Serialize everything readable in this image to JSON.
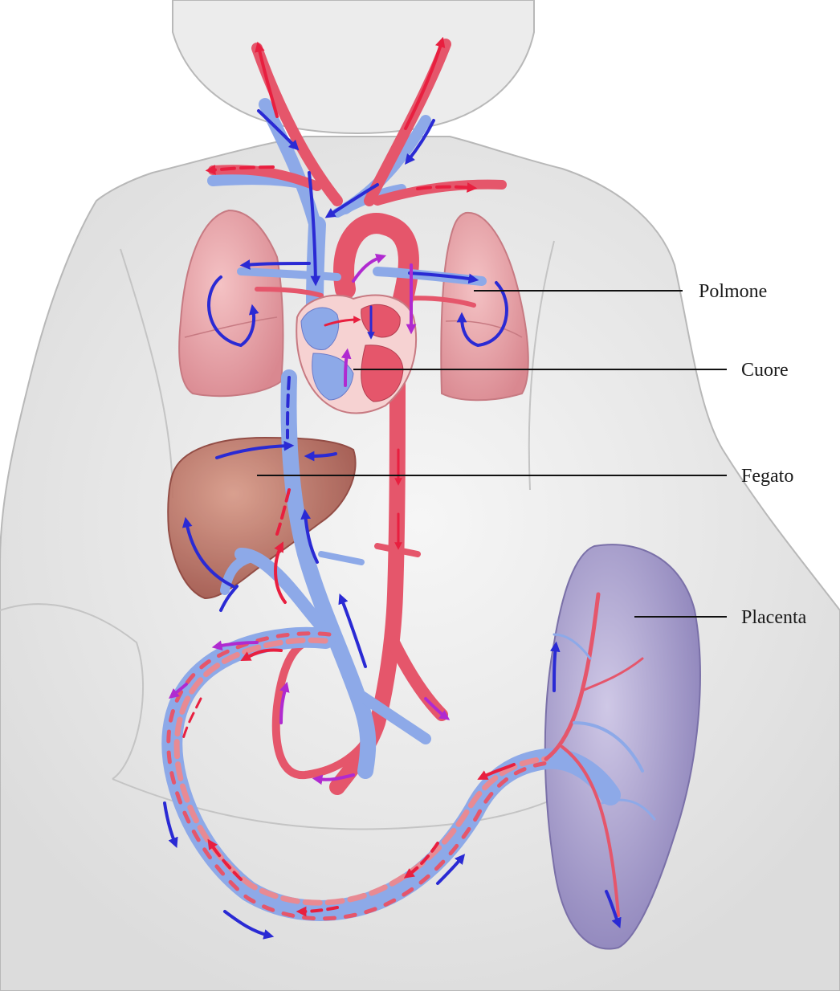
{
  "labels": {
    "polmone": "Polmone",
    "cuore": "Cuore",
    "fegato": "Fegato",
    "placenta": "Placenta"
  },
  "colors": {
    "oxygenated": "#e5566b",
    "deoxygenated": "#8da9e8",
    "arrow_red": "#e81f3f",
    "arrow_blue": "#2a2ad4",
    "arrow_purple": "#b02ad0",
    "lung": "#e8a0a6",
    "liver": "#b76458",
    "placenta": "#a89fd0",
    "body": "#ececec"
  },
  "icons": {
    "blood_flow_arrow": "arrow-icon"
  }
}
